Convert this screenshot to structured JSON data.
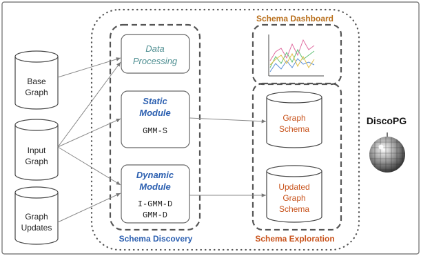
{
  "inputs": {
    "base_graph": [
      "Base",
      "Graph"
    ],
    "input_graph": [
      "Input",
      "Graph"
    ],
    "graph_updates": [
      "Graph",
      "Updates"
    ]
  },
  "discovery": {
    "data_processing": [
      "Data",
      "Processing"
    ],
    "static_module": [
      "Static",
      "Module"
    ],
    "static_algo": "GMM-S",
    "dynamic_module": [
      "Dynamic",
      "Module"
    ],
    "dynamic_algos": [
      "I-GMM-D",
      "GMM-D"
    ],
    "label": "Schema Discovery"
  },
  "exploration": {
    "dashboard_label": "Schema Dashboard",
    "graph_schema": [
      "Graph",
      "Schema"
    ],
    "updated_schema": [
      "Updated",
      "Graph",
      "Schema"
    ],
    "label": "Schema Exploration"
  },
  "system": {
    "name": "DiscoPG",
    "logo": "disco-ball-icon"
  },
  "colors": {
    "teal": "#4f8f92",
    "blue": "#2b5fb0",
    "orange": "#c8531c",
    "orange_dark": "#b86e1a",
    "border": "#555555"
  }
}
